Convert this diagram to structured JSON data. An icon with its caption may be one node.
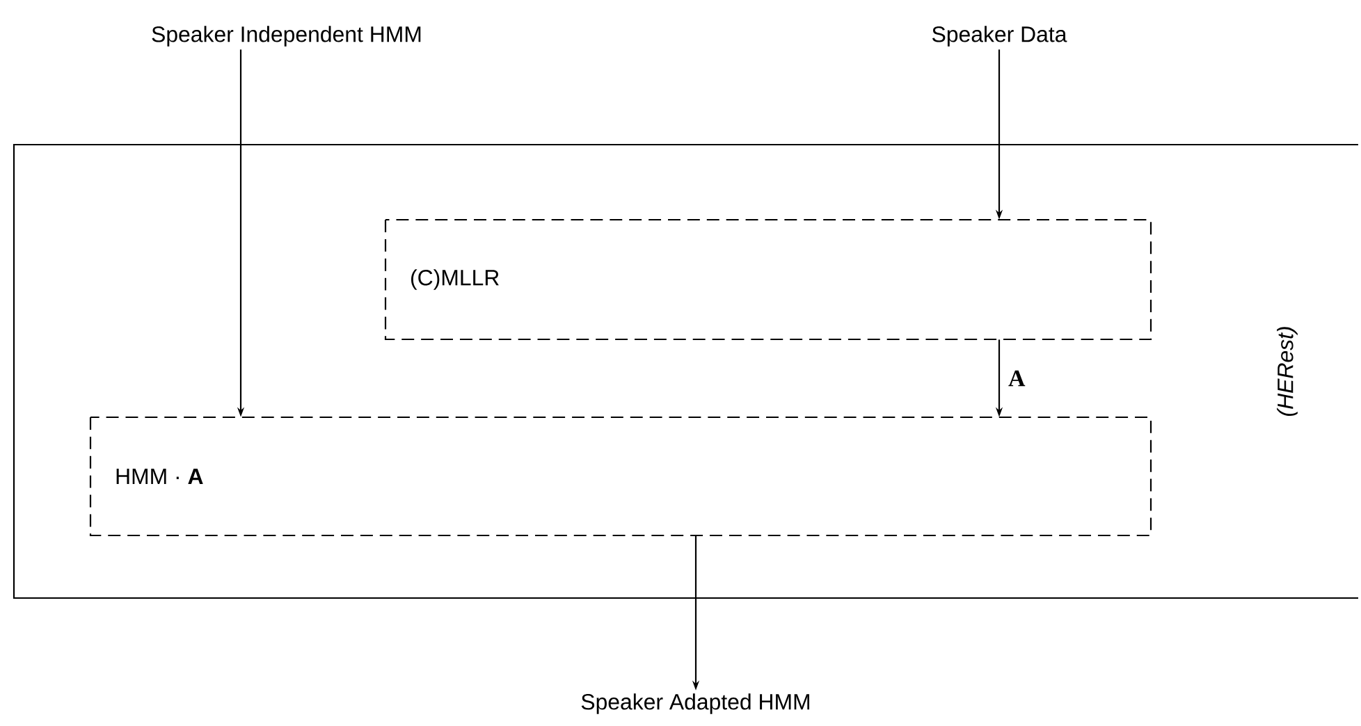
{
  "diagram": {
    "nodes": [
      {
        "text": [
          "Speaker Independent HMM"
        ]
      },
      {
        "text": [
          "Speaker Data"
        ]
      },
      {
        "text": [
          "(HERest)"
        ]
      },
      {
        "text": [
          "(C)MLLR"
        ],
        "in": 2
      },
      {
        "text": [
          "HMM · **A**"
        ],
        "in": 2
      },
      {
        "text": [
          "Speaker Adapted HMM"
        ]
      }
    ],
    "edges": [
      {
        "from": 0,
        "to": 4,
        "arrow": "to"
      },
      {
        "from": 1,
        "to": 3,
        "arrow": "to"
      },
      {
        "from": 3,
        "to": 4,
        "arrow": "to",
        "label": "A"
      },
      {
        "from": 4,
        "to": 5,
        "arrow": "to"
      }
    ]
  }
}
